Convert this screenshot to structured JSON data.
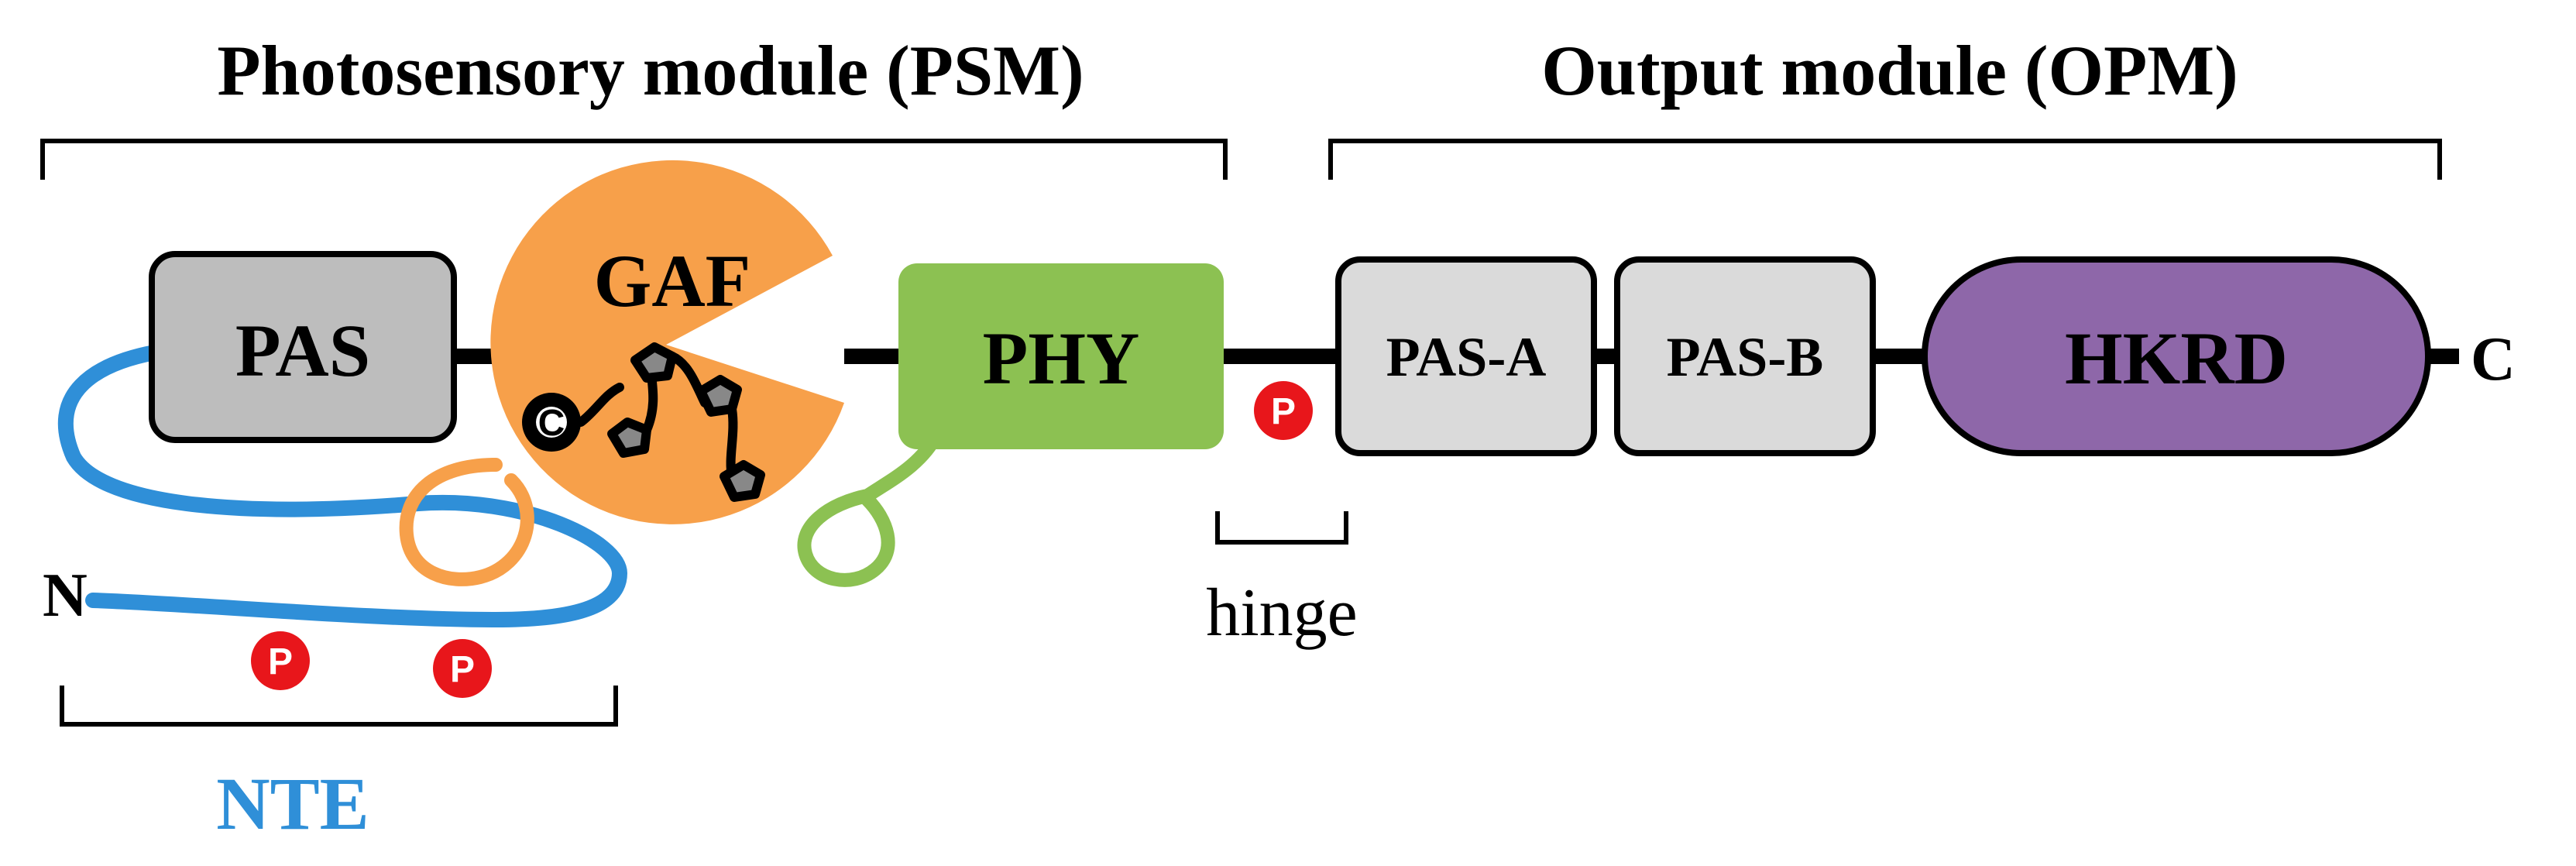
{
  "headers": {
    "psm": "Photosensory module (PSM)",
    "opm": "Output module (OPM)"
  },
  "domains": {
    "pas": "PAS",
    "gaf": "GAF",
    "phy": "PHY",
    "pas_a": "PAS-A",
    "pas_b": "PAS-B",
    "hkrd": "HKRD"
  },
  "termini": {
    "n": "N",
    "c": "C"
  },
  "chromophore_attachment": "C",
  "phospho_label": "P",
  "regions": {
    "hinge": "hinge",
    "nte": "NTE"
  },
  "colors": {
    "pas_fill": "#bdbdbd",
    "gaf_fill": "#f7a04a",
    "phy_fill": "#8cc152",
    "pas_ab_fill": "#dadada",
    "hkrd_fill": "#8e67a9",
    "nte_line": "#2f8fd8",
    "nte_text": "#2f8fd8",
    "phospho": "#e8161b",
    "backbone": "#000000"
  }
}
